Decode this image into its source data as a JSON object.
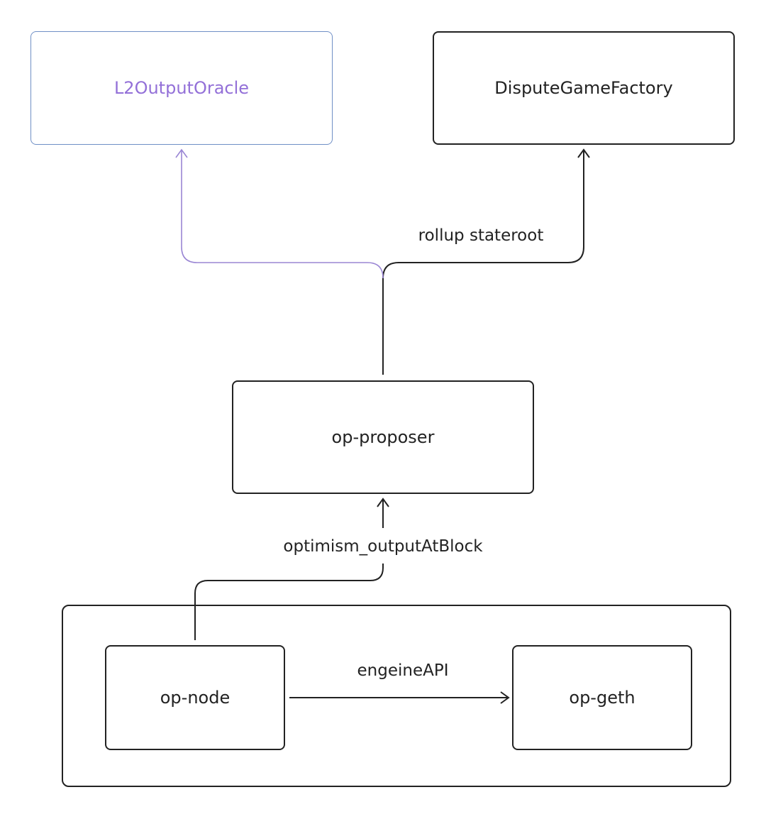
{
  "nodes": {
    "l2_output_oracle": "L2OutputOracle",
    "dispute_game_factory": "DisputeGameFactory",
    "op_proposer": "op-proposer",
    "op_node": "op-node",
    "op_geth": "op-geth"
  },
  "edges": {
    "rollup_stateroot": "rollup stateroot",
    "optimism_output_at_block": "optimism_outputAtBlock",
    "engine_api": "engeineAPI"
  },
  "colors": {
    "line": "#222222",
    "accent_border": "#6f8fc6",
    "accent_text": "#9370d8",
    "accent_edge": "#9a86d4"
  }
}
